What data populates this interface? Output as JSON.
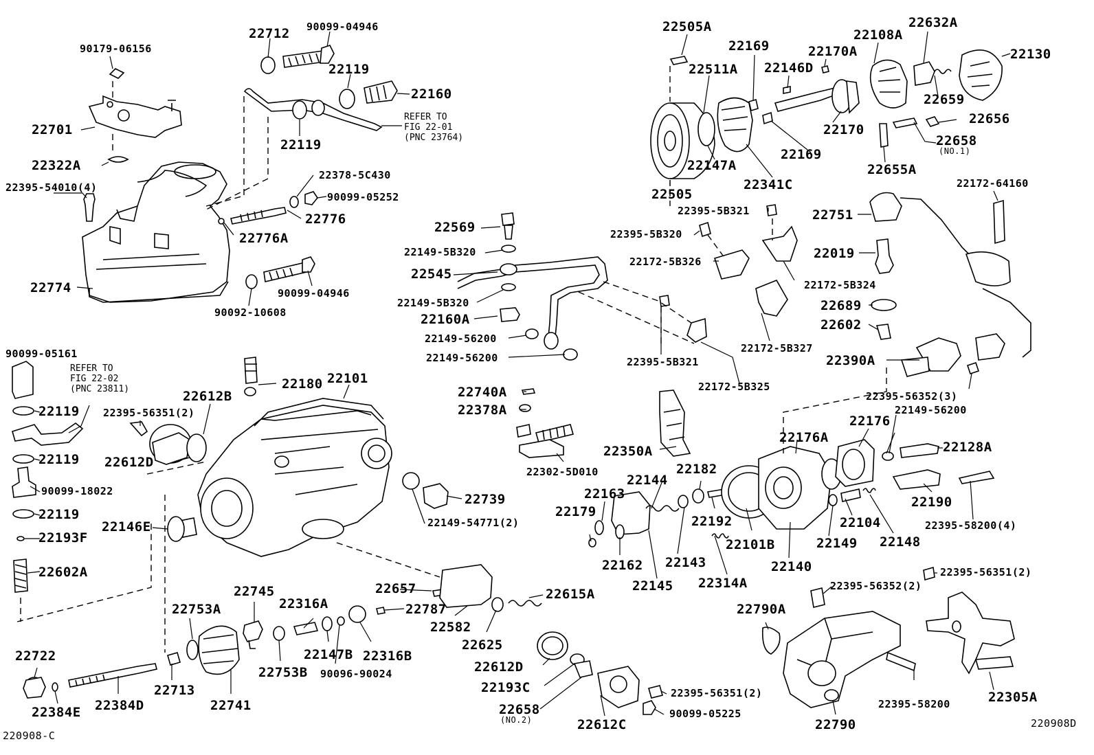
{
  "diagram": {
    "footer_left": "220908-C",
    "footer_right": "220908D",
    "references": [
      {
        "id": "ref-1",
        "lines": [
          "REFER TO",
          "FIG 22-01",
          "(PNC 23764)"
        ]
      },
      {
        "id": "ref-2",
        "lines": [
          "REFER TO",
          "FIG 22-02",
          "(PNC 23811)"
        ]
      }
    ],
    "labels": [
      "90179-06156",
      "22701",
      "22322A",
      "22395-54010(4)",
      "22774",
      "22712",
      "90099-04946",
      "22119",
      "22160",
      "22119",
      "22378-5C430",
      "90099-05252",
      "22776",
      "22776A",
      "90092-10608",
      "90099-04946",
      "22505A",
      "22169",
      "22511A",
      "22146D",
      "22170A",
      "22108A",
      "22632A",
      "22130",
      "22659",
      "22656",
      "22658",
      "(NO.1)",
      "22170",
      "22169",
      "22147A",
      "22341C",
      "22505",
      "22655A",
      "22172-64160",
      "22569",
      "22149-5B320",
      "22545",
      "22149-5B320",
      "22160A",
      "22149-56200",
      "22149-56200",
      "22395-5B321",
      "22395-5B320",
      "22172-5B326",
      "22172-5B324",
      "22751",
      "22019",
      "22689",
      "22602",
      "22172-5B327",
      "22395-5B321",
      "22172-5B325",
      "22390A",
      "22395-56352(3)",
      "22149-56200",
      "90099-05161",
      "22119",
      "22119",
      "90099-18022",
      "22119",
      "22193F",
      "22602A",
      "22395-56351(2)",
      "22612B",
      "22180",
      "22101",
      "22612D",
      "22146E",
      "22740A",
      "22378A",
      "22350A",
      "22302-5D010",
      "22739",
      "22149-54771(2)",
      "22176A",
      "22176",
      "22128A",
      "22182",
      "22144",
      "22163",
      "22179",
      "22192",
      "22101B",
      "22140",
      "22162",
      "22143",
      "22145",
      "22314A",
      "22149",
      "22104",
      "22148",
      "22190",
      "22395-58200(4)",
      "22657",
      "22787",
      "22615A",
      "22582",
      "22625",
      "22745",
      "22753A",
      "22316A",
      "22147B",
      "22316B",
      "22753B",
      "90096-90024",
      "22722",
      "22384E",
      "22384D",
      "22713",
      "22741",
      "22612D",
      "22193C",
      "22658",
      "(NO.2)",
      "22612C",
      "22395-56351(2)",
      "90099-05225",
      "22395-56351(2)",
      "22395-56352(2)",
      "22790A",
      "22395-58200",
      "22305A",
      "22790"
    ]
  }
}
